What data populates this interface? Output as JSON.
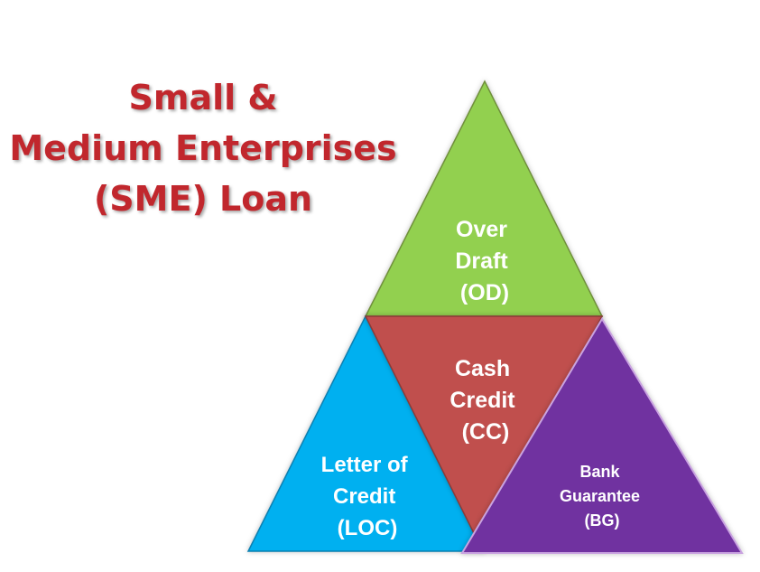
{
  "title": {
    "lines": [
      "Small &",
      "Medium Enterprises",
      "(SME) Loan"
    ],
    "color": "#c1272d"
  },
  "segments": {
    "over_draft": {
      "lines": [
        "Over",
        "Draft",
        "(OD)"
      ],
      "color": "#92d050"
    },
    "cash_credit": {
      "lines": [
        "Cash",
        "Credit",
        "(CC)"
      ],
      "color": "#c0504d"
    },
    "letter_of_credit": {
      "lines": [
        "Letter of",
        "Credit",
        "(LOC)"
      ],
      "color": "#00b0f0"
    },
    "bank_guarantee": {
      "lines": [
        "Bank",
        "Guarantee",
        "(BG)"
      ],
      "color": "#7030a0"
    }
  }
}
